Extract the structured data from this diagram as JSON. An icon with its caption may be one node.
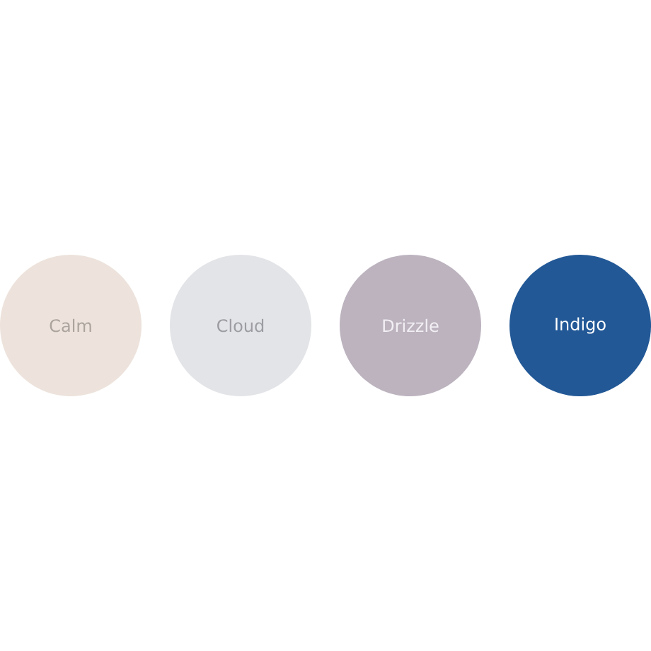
{
  "diagram": {
    "nodes": [
      {
        "text": [
          "Calm"
        ]
      },
      {
        "text": [
          "Cloud"
        ]
      },
      {
        "text": [
          "Drizzle"
        ]
      },
      {
        "text": [
          "Indigo"
        ]
      }
    ]
  }
}
